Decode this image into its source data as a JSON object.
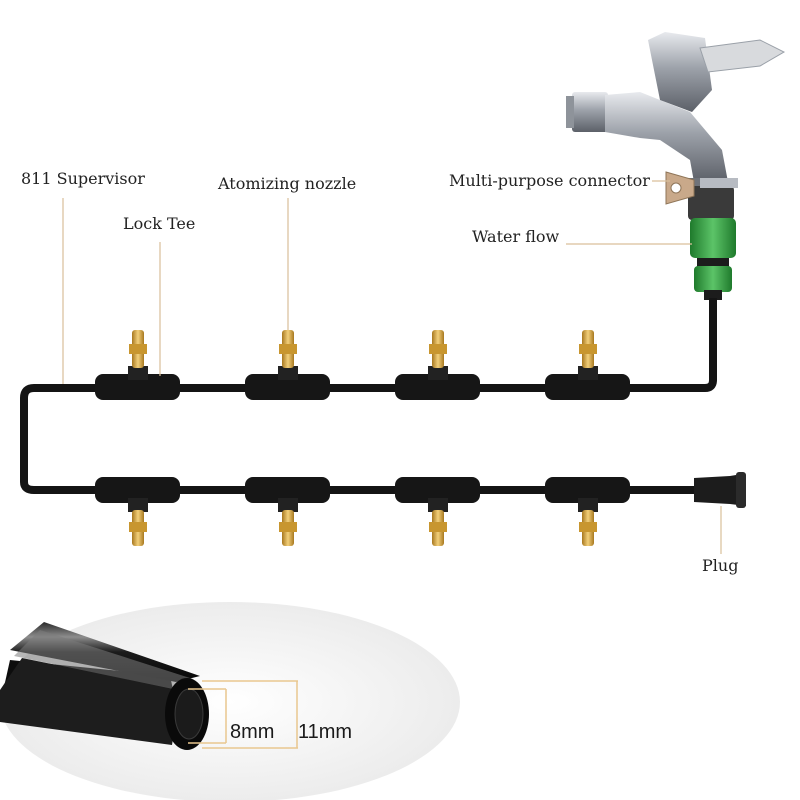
{
  "labels": {
    "supervisor": "811 Supervisor",
    "nozzle": "Atomizing nozzle",
    "lock_tee": "Lock Tee",
    "connector": "Multi-purpose connector",
    "water_flow": "Water flow",
    "plug": "Plug"
  },
  "dimensions": {
    "inner": "8mm",
    "outer": "11mm"
  },
  "colors": {
    "tube": "#141414",
    "brass": "#d4a24a",
    "connector_green": "#3fa64a",
    "leader_line": "#d9bf9a",
    "tap_chrome": "#b8bcc2"
  }
}
